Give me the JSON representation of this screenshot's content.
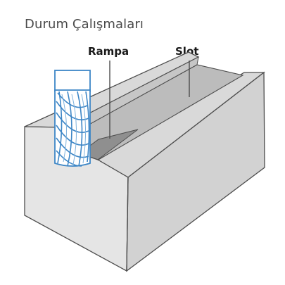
{
  "title": "Durum Çalışmaları",
  "labels": {
    "ramp": "Rampa",
    "slot": "Slot"
  },
  "colors": {
    "block_top": "#d9d9d9",
    "block_front": "#e5e5e5",
    "block_right": "#d2d2d2",
    "slot_floor": "#bcbcbc",
    "slot_wall": "#c6c6c6",
    "ramp_surface": "#8f8f8f",
    "edge": "#4d4d4d",
    "cutter_blue": "#3d86c6",
    "cutter_fill": "#ffffff"
  }
}
